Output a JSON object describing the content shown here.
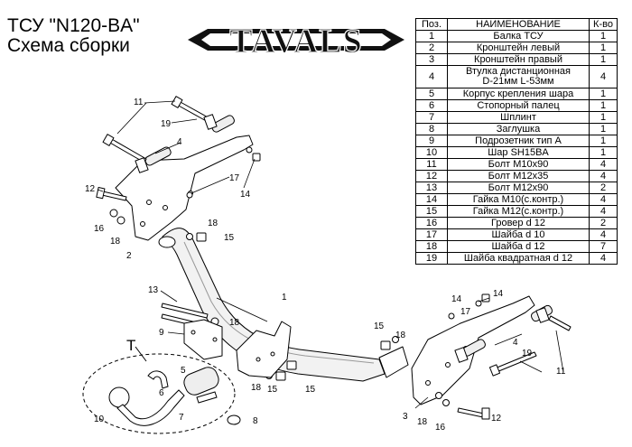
{
  "title": {
    "line1": "ТСУ  \"N120-BA\"",
    "line2": "Схема сборки"
  },
  "logo": {
    "text": "TAVALS"
  },
  "table": {
    "headers": {
      "pos": "Поз.",
      "name": "НАИМЕНОВАНИЕ",
      "qty": "К-во"
    },
    "rows": [
      {
        "pos": "1",
        "name": "Балка ТСУ",
        "qty": "1"
      },
      {
        "pos": "2",
        "name": "Кронштейн левый",
        "qty": "1"
      },
      {
        "pos": "3",
        "name": "Кронштейн правый",
        "qty": "1"
      },
      {
        "pos": "4",
        "name_l1": "Втулка дистанционная",
        "name_l2": "D-21мм  L-53мм",
        "qty": "4"
      },
      {
        "pos": "5",
        "name": "Корпус крепления шара",
        "qty": "1"
      },
      {
        "pos": "6",
        "name": "Стопорный палец",
        "qty": "1"
      },
      {
        "pos": "7",
        "name": "Шплинт",
        "qty": "1"
      },
      {
        "pos": "8",
        "name": "Заглушка",
        "qty": "1"
      },
      {
        "pos": "9",
        "name": "Подрозетник тип А",
        "qty": "1"
      },
      {
        "pos": "10",
        "name": "Шар SH15BA",
        "qty": "1"
      },
      {
        "pos": "11",
        "name": "Болт М10х90",
        "qty": "4"
      },
      {
        "pos": "12",
        "name": "Болт М12х35",
        "qty": "4"
      },
      {
        "pos": "13",
        "name": "Болт М12х90",
        "qty": "2"
      },
      {
        "pos": "14",
        "name": "Гайка М10(с.контр.)",
        "qty": "4"
      },
      {
        "pos": "15",
        "name": "Гайка М12(с.контр.)",
        "qty": "4"
      },
      {
        "pos": "16",
        "name": "Гровер d 12",
        "qty": "2"
      },
      {
        "pos": "17",
        "name": "Шайба d 10",
        "qty": "4"
      },
      {
        "pos": "18",
        "name": "Шайба d 12",
        "qty": "7"
      },
      {
        "pos": "19",
        "name": "Шайба квадратная d 12",
        "qty": "4"
      }
    ]
  },
  "callouts": {
    "c11a": "11",
    "c19a": "19",
    "c4a": "4",
    "c17a": "17",
    "c14a": "14",
    "c12a": "12",
    "c16a": "16",
    "c18a": "18",
    "c2": "2",
    "c18b": "18",
    "c15a": "15",
    "c1": "1",
    "c13": "13",
    "c18c": "18",
    "c9": "9",
    "T": "T",
    "c5": "5",
    "c6": "6",
    "c10": "10",
    "c7": "7",
    "c8": "8",
    "c18d": "18",
    "c15b": "15",
    "c15c": "15",
    "c18e": "18",
    "c14b": "14",
    "c17b": "17",
    "c4b": "4",
    "c19b": "19",
    "c11b": "11",
    "c3": "3",
    "c18f": "18",
    "c16b": "16",
    "c12b": "12"
  }
}
